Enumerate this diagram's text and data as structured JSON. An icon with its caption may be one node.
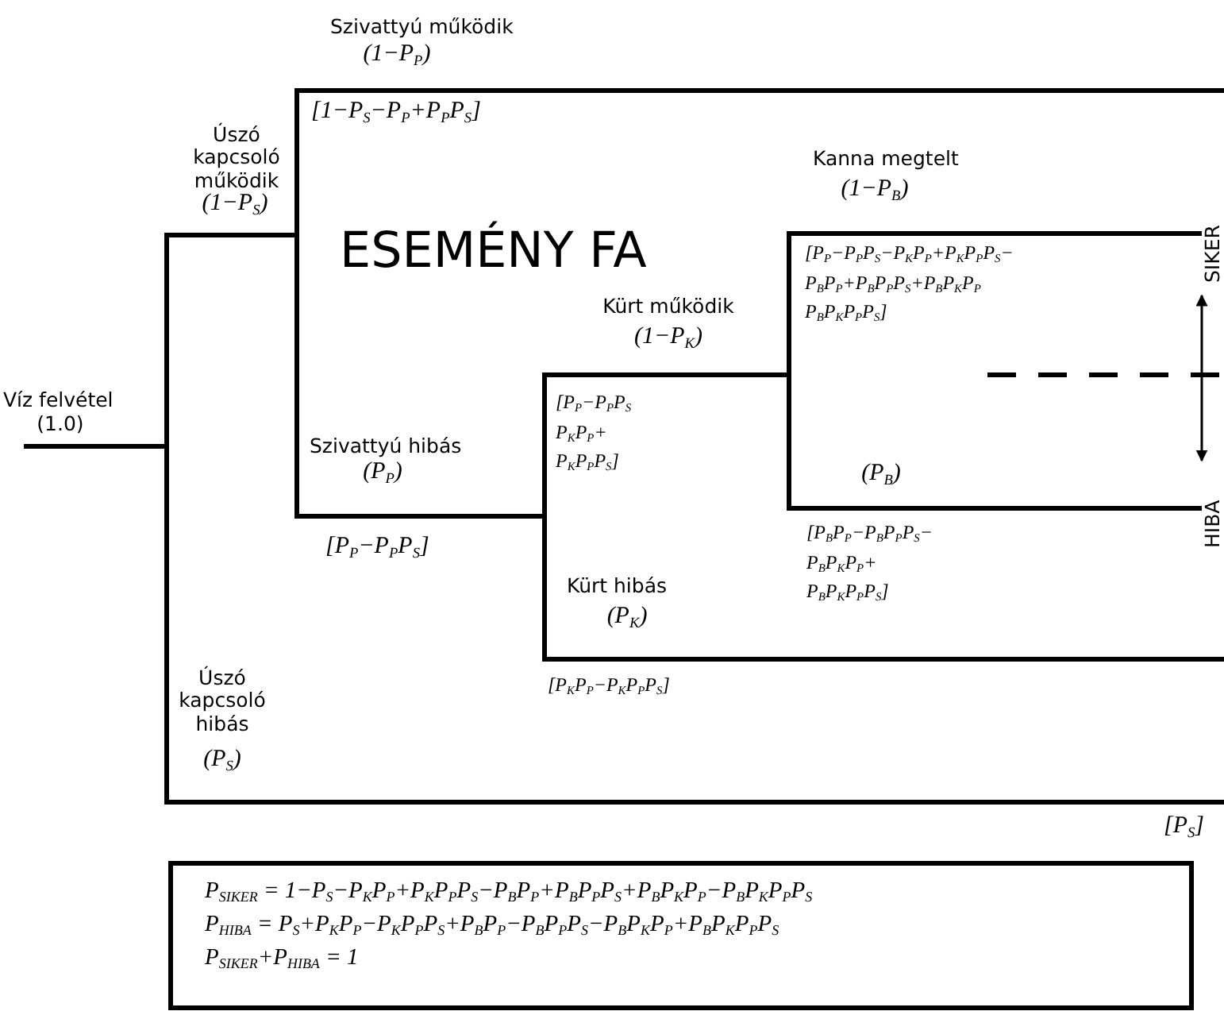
{
  "diagram": {
    "title": "ESEMÉNY FA",
    "nodes": [
      {
        "text": [
          "P$_{SIKER}$ = 1−P$_{S}$−P$_{K}$P$_{P}$+P$_{K}$P$_{P}$P$_{S}$−P$_{B}$P$_{P}$+P$_{B}$P$_{P}$P$_{S}$+P$_{B}$P$_{K}$P$_{P}$−P$_{B}$P$_{K}$P$_{P}$P$_{S}$",
          "P$_{HIBA}$ = P$_{S}$+P$_{K}$P$_{P}$−P$_{K}$P$_{P}$P$_{S}$+P$_{B}$P$_{P}$−P$_{B}$P$_{P}$P$_{S}$−P$_{B}$P$_{K}$P$_{P}$+P$_{B}$P$_{K}$P$_{P}$P$_{S}$",
          "P$_{SIKER}$+P$_{HIBA}$ = 1"
        ]
      }
    ],
    "labels": [
      "Szivattyú működik",
      "(1−P$_{P}$)",
      "Úszó kapcsoló működik",
      "(1−P$_{S}$)",
      "[1−P$_{S}$−P$_{P}$+P$_{P}$P$_{S}$]",
      "Kanna megtelt",
      "(1−P$_{B}$)",
      "SIKER",
      "[P$_{P}$−P$_{P}$P$_{S}$−P$_{K}$P$_{P}$+P$_{K}$P$_{P}$P$_{S}$− P$_{B}$P$_{P}$+P$_{B}$P$_{P}$P$_{S}$+P$_{B}$P$_{K}$P$_{P}$ P$_{B}$P$_{K}$P$_{P}$P$_{S}$]",
      "Kürt működik",
      "(1−P$_{K}$)",
      "Víz felvétel",
      "(1.0)",
      "[P$_{P}$−P$_{P}$P$_{S}$ P$_{K}$P$_{P}$+ P$_{K}$P$_{P}$P$_{S}$]",
      "Szivattyú hibás",
      "(P$_{P}$)",
      "(P$_{B}$)",
      "HIBA",
      "[P$_{P}$−P$_{P}$P$_{S}$]",
      "[P$_{B}$P$_{P}$−P$_{B}$P$_{P}$P$_{S}$− P$_{B}$P$_{K}$P$_{P}$+ P$_{B}$P$_{K}$P$_{P}$P$_{S}$]",
      "Kürt hibás",
      "(P$_{K}$)",
      "[P$_{K}$P$_{P}$−P$_{K}$P$_{P}$P$_{S}$]",
      "Úszó kapcsoló hibás",
      "(P$_{S}$)",
      "[P$_{S}$]"
    ]
  }
}
